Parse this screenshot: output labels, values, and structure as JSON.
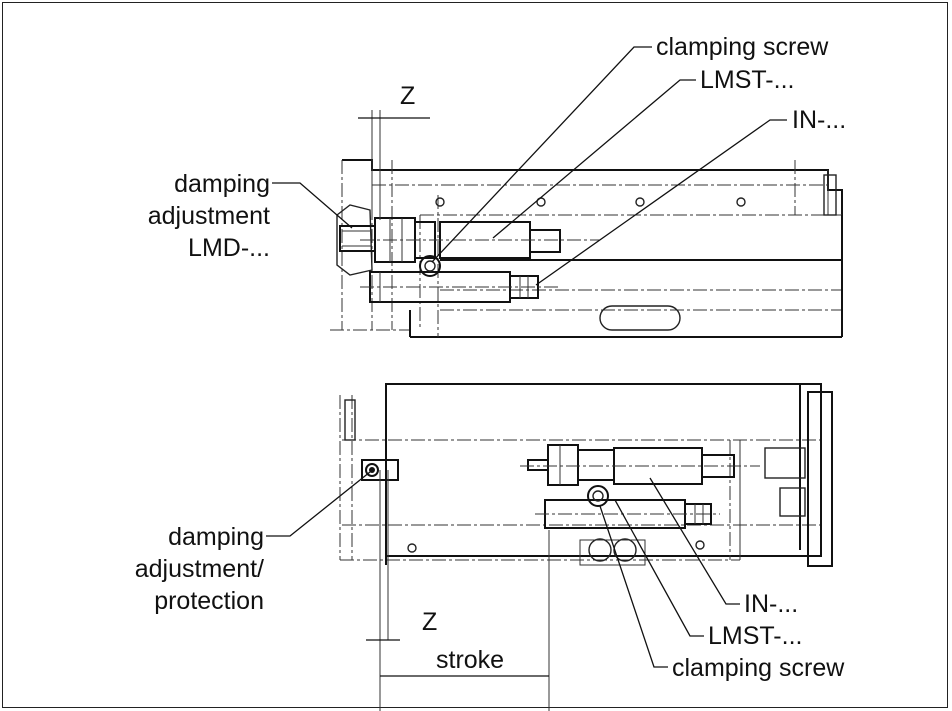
{
  "top_view": {
    "label_z": "Z",
    "label_clamping_screw": "clamping screw",
    "label_lmst": "LMST-...",
    "label_in": "IN-...",
    "label_damping_1": "damping",
    "label_damping_2": "adjustment",
    "label_damping_3": "LMD-..."
  },
  "bottom_view": {
    "label_damping_1": "damping",
    "label_damping_2": "adjustment/",
    "label_damping_3": "protection",
    "label_z": "Z",
    "label_stroke": "stroke",
    "label_in": "IN-...",
    "label_lmst": "LMST-...",
    "label_clamping_screw": "clamping screw"
  }
}
